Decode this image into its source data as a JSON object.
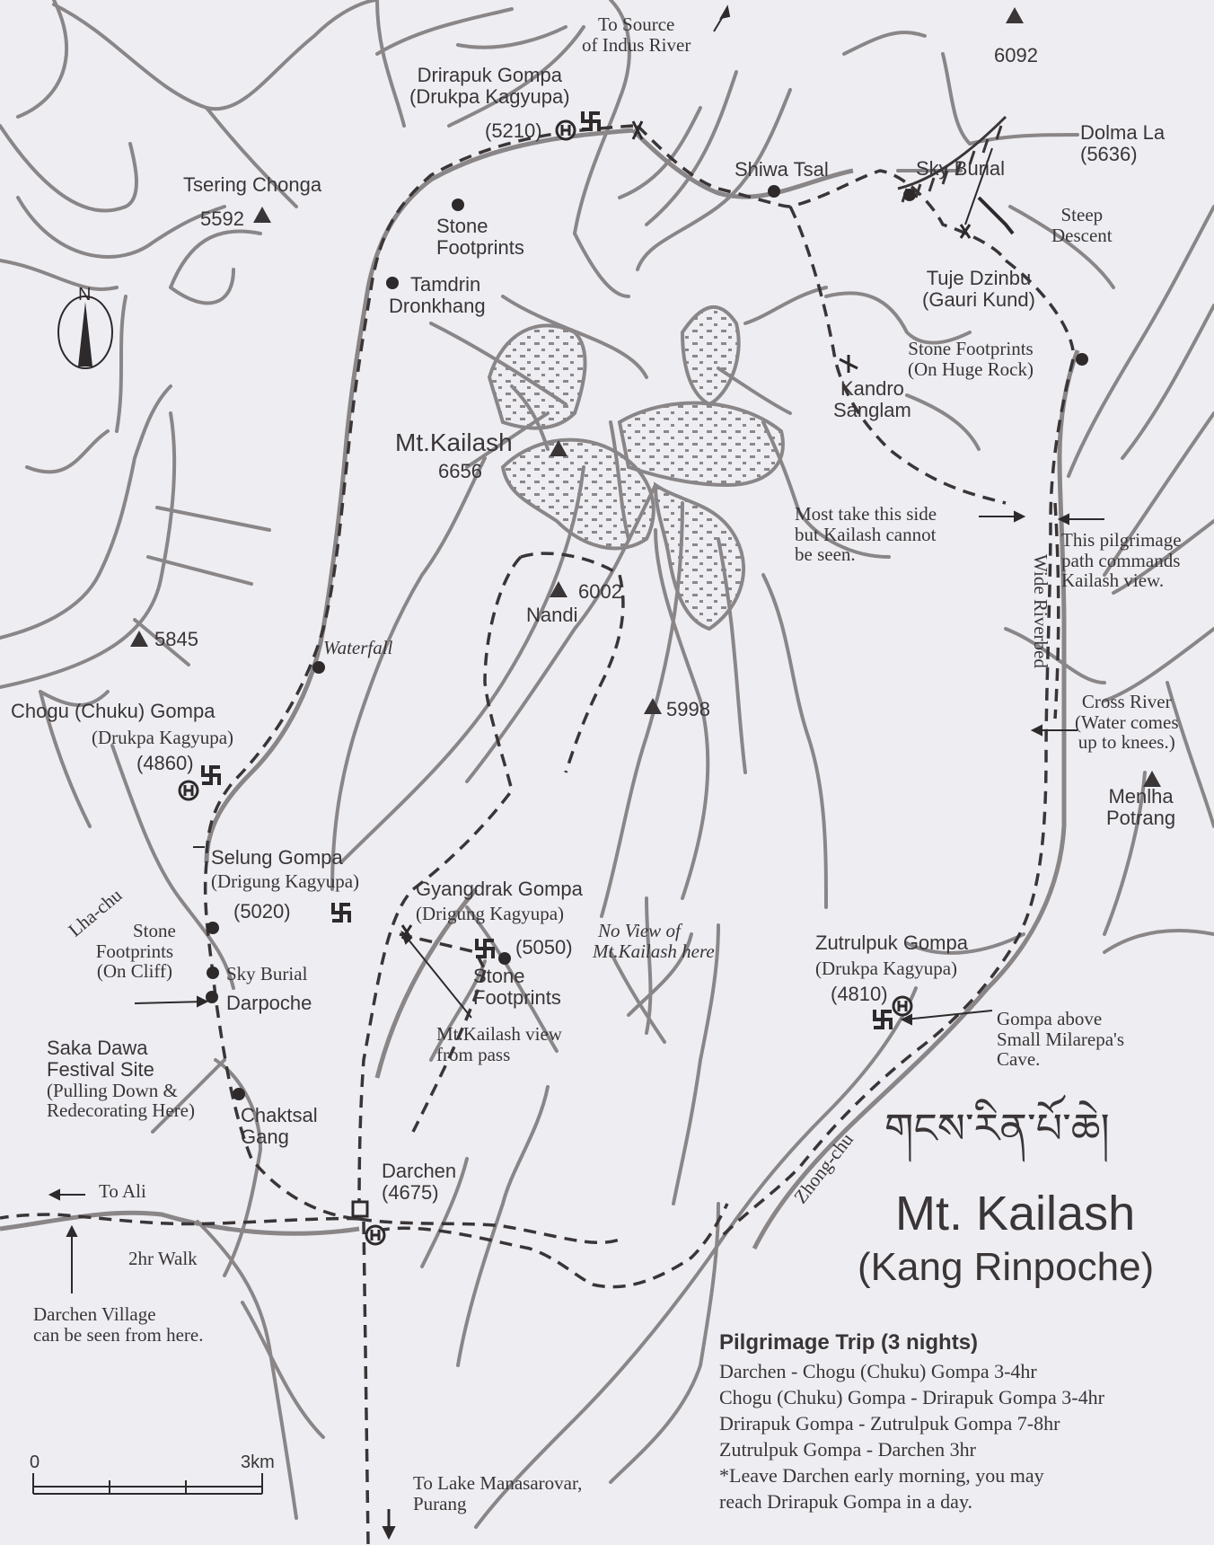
{
  "title": {
    "tibetan": "གངས་རིན་པོ་ཆེ།",
    "main": "Mt. Kailash",
    "sub": "(Kang Rinpoche)"
  },
  "peaks": [
    {
      "name": "Mt.Kailash",
      "elevation": "6656"
    },
    {
      "name": "Tsering Chonga",
      "elevation": "5592"
    },
    {
      "name": "Nandi",
      "elevation": "6002"
    },
    {
      "name": "",
      "elevation": "6092"
    },
    {
      "name": "",
      "elevation": "5845"
    },
    {
      "name": "",
      "elevation": "5998"
    },
    {
      "name": "Menlha Potrang",
      "line1": "Menlha",
      "line2": "Potrang"
    }
  ],
  "gompas": [
    {
      "name": "Drirapuk Gompa",
      "sect": "(Drukpa Kagyupa)",
      "elevation": "(5210)"
    },
    {
      "name": "Chogu (Chuku) Gompa",
      "sect": "(Drukpa Kagyupa)",
      "elevation": "(4860)"
    },
    {
      "name": "Selung Gompa",
      "sect": "(Drigung Kagyupa)",
      "elevation": "(5020)"
    },
    {
      "name": "Gyangdrak Gompa",
      "sect": "(Drigung Kagyupa)",
      "elevation": "(5050)"
    },
    {
      "name": "Zutrulpuk Gompa",
      "sect": "(Drukpa Kagyupa)",
      "elevation": "(4810)"
    }
  ],
  "places": {
    "darchen": {
      "name": "Darchen",
      "elevation": "(4675)"
    },
    "dolma_la": {
      "name": "Dolma La",
      "elevation": "(5636)"
    },
    "shiwa_tsal": "Shiwa Tsal",
    "sky_burial_north": "Sky Burial",
    "steep_descent": {
      "line1": "Steep",
      "line2": "Descent"
    },
    "tuje_dzinbu": {
      "line1": "Tuje Dzinbu",
      "line2": "(Gauri Kund)"
    },
    "stone_footprints_huge_rock": {
      "line1": "Stone Footprints",
      "line2": "(On Huge Rock)"
    },
    "kandro_sanglam": {
      "line1": "Kandro",
      "line2": "Sanglam"
    },
    "stone_footprints_north": {
      "line1": "Stone",
      "line2": "Footprints"
    },
    "tamdrin_dronkhang": {
      "line1": "Tamdrin",
      "line2": "Dronkhang"
    },
    "waterfall": "Waterfall",
    "stone_footprints_cliff": {
      "line1": "Stone",
      "line2": "Footprints",
      "line3": "(On Cliff)"
    },
    "sky_burial_south": "Sky Burial",
    "darpoche": "Darpoche",
    "saka_dawa": {
      "line1": "Saka Dawa",
      "line2": "Festival Site",
      "line3": "(Pulling Down &",
      "line4": "Redecorating Here)"
    },
    "chaktsal_gang": {
      "line1": "Chaktsal",
      "line2": "Gang"
    },
    "stone_footprints_gyangdrak": {
      "line1": "Stone",
      "line2": "Footprints"
    }
  },
  "rivers": {
    "lha_chu": "Lha-chu",
    "zhong_chu": "Zhong-chu",
    "wide_riverbed": "Wide Riverbed"
  },
  "annotations": {
    "to_indus": {
      "line1": "To Source",
      "line2": "of Indus River"
    },
    "most_take": {
      "line1": "Most take this side",
      "line2": "but Kailash cannot",
      "line3": "be seen."
    },
    "this_path": {
      "line1": "This pilgrimage",
      "line2": "path commands",
      "line3": "Kailash view."
    },
    "cross_river": {
      "line1": "Cross River",
      "line2": "(Water comes",
      "line3": "up to knees.)"
    },
    "no_view": {
      "line1": "No View of",
      "line2": "Mt.Kailash here"
    },
    "view_from_pass": {
      "line1": "Mt.Kailash view",
      "line2": "from pass"
    },
    "gompa_above": {
      "line1": "Gompa above",
      "line2": "Small Milarepa's",
      "line3": "Cave."
    },
    "to_ali": "To Ali",
    "two_hr_walk": "2hr Walk",
    "darchen_village": {
      "line1": "Darchen Village",
      "line2": "can be seen from here."
    },
    "to_manasarovar": {
      "line1": "To Lake Manasarovar,",
      "line2": "Purang"
    }
  },
  "compass": {
    "label": "N"
  },
  "scale": {
    "start": "0",
    "end": "3km"
  },
  "legend_icons": {
    "gompa": "gompa-swastika-icon",
    "lodging": "guesthouse-h-icon",
    "peak": "peak-triangle-icon",
    "point": "point-of-interest-dot-icon",
    "pass": "pass-cross-icon"
  },
  "trip": {
    "title": "Pilgrimage Trip (3 nights)",
    "lines": [
      "Darchen - Chogu (Chuku) Gompa 3-4hr",
      "Chogu (Chuku) Gompa - Drirapuk Gompa 3-4hr",
      "Drirapuk Gompa - Zutrulpuk Gompa 7-8hr",
      "Zutrulpuk Gompa - Darchen 3hr",
      "*Leave Darchen early morning, you may",
      "reach Drirapuk Gompa in a day."
    ]
  },
  "colors": {
    "paper": "#eeeef2",
    "ink": "#3a3537",
    "river": "#8a8688"
  }
}
